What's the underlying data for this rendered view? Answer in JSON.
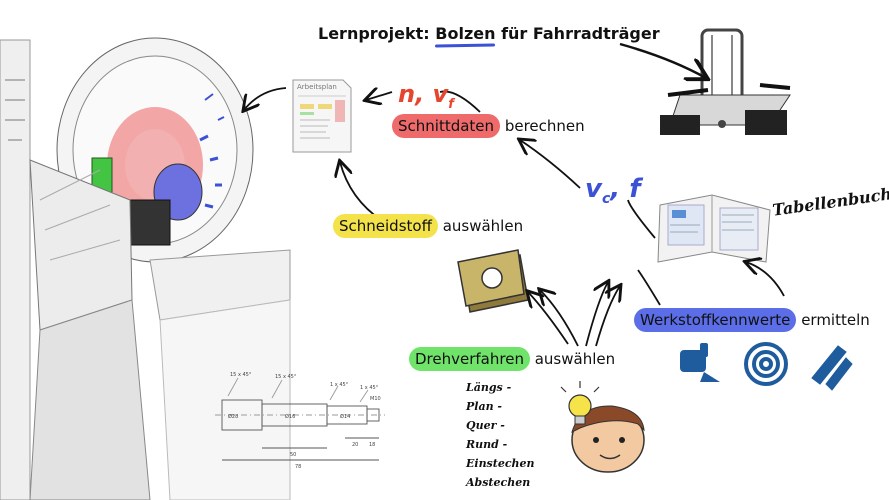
{
  "title": {
    "prefix": "Lernprojekt: ",
    "highlight": "Bolzen",
    "suffix": " für Fahrradträger"
  },
  "nodes": {
    "schnittdaten": {
      "highlight": "Schnittdaten",
      "rest": " berechnen",
      "color": "#ee5a5a"
    },
    "schneidstoff": {
      "highlight": "Schneidstoff",
      "rest": " auswählen",
      "color": "#f3e24a"
    },
    "werkstoff": {
      "highlight": "Werkstoffkennwerte",
      "rest": " ermitteln",
      "color": "#4b5fe0"
    },
    "drehverfahren": {
      "highlight": "Drehverfahren",
      "rest": " auswählen",
      "color": "#5fe05a"
    }
  },
  "formula_n_vf": "n, v",
  "formula_n_vf_sub": "f",
  "formula_vc_f": "v",
  "formula_vc_sub": "c",
  "formula_vc_f_rest": ", f",
  "tabellenbuch": "Tabellenbuch!",
  "arbeitsplan": "Arbeitsplan",
  "procedures": [
    "Längs -",
    "Plan -",
    "Quer -",
    "Rund -",
    "Einstechen",
    "Abstechen"
  ],
  "drawing_dims": [
    "15 x 45°",
    "15 x 45°",
    "1 x 45°",
    "1 x 45°",
    "Ø28",
    "Ø16",
    "Ø14",
    "M10",
    "20",
    "50",
    "18",
    "78"
  ],
  "colors": {
    "red": "#e64b3c",
    "blue": "#3b52d6",
    "green": "#39c93f",
    "yellow": "#f3e24a",
    "icon_blue": "#1f5c9e"
  }
}
